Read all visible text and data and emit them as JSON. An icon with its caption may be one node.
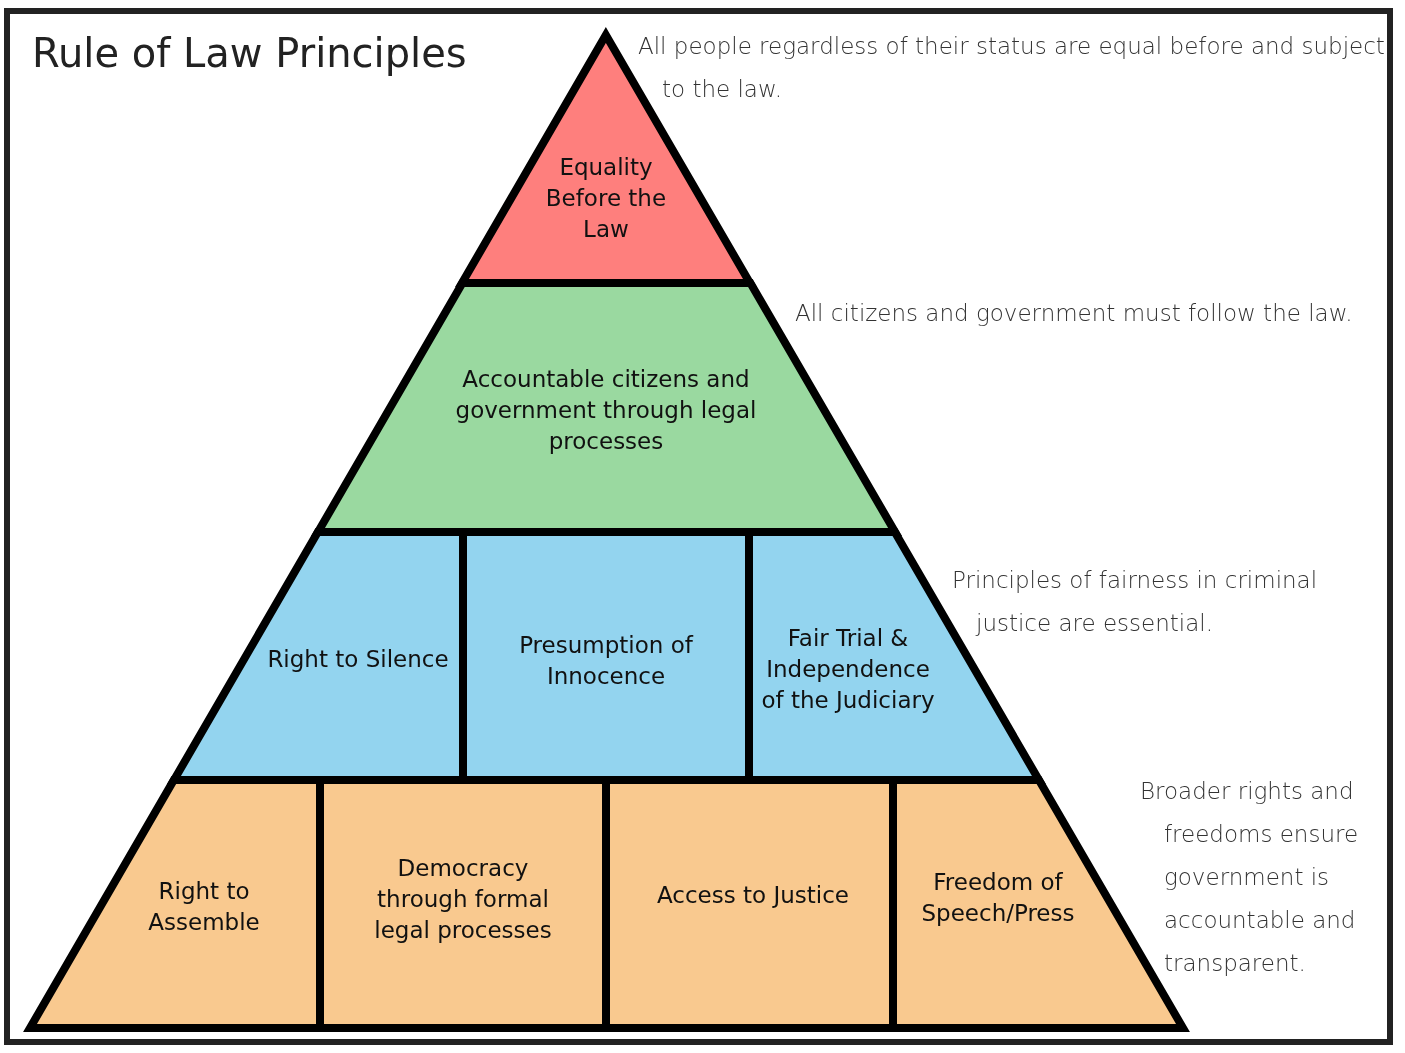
{
  "diagram": {
    "title": "Rule of Law Principles",
    "nodes": [
      {
        "text": [
          "Equality Before the Law"
        ]
      },
      {
        "text": [
          "Accountable citizens and government through legal processes"
        ]
      },
      {
        "text": [
          "Right to Silence"
        ]
      },
      {
        "text": [
          "Presumption of Innocence"
        ]
      },
      {
        "text": [
          "Fair Trial & Independence of the Judiciary"
        ]
      },
      {
        "text": [
          "Right to Assemble"
        ]
      },
      {
        "text": [
          "Democracy through formal legal processes"
        ]
      },
      {
        "text": [
          "Access to Justice"
        ]
      },
      {
        "text": [
          "Freedom of Speech/Press"
        ]
      }
    ],
    "edges": [],
    "labels": [
      "All people regardless of their status are equal before and subject to the law.",
      "All citizens and government must follow the law.",
      "Principles of fairness in criminal justice are essential.",
      "Broader rights and freedoms ensure government is accountable and transparent."
    ]
  }
}
